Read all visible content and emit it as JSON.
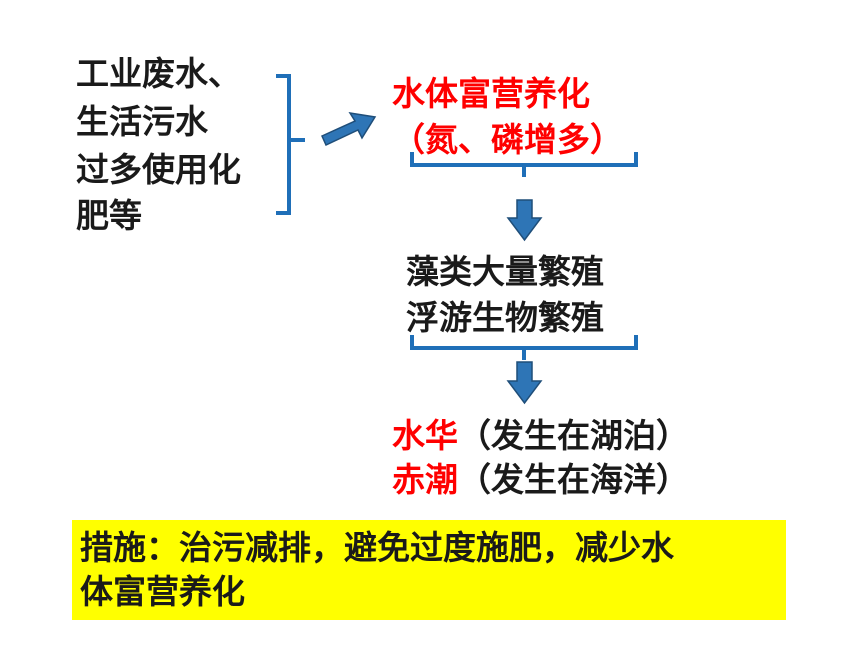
{
  "causes": {
    "lines": [
      "工业废水、",
      "生活污水",
      "过多使用化",
      "肥等"
    ]
  },
  "eutrophication": {
    "title": "水体富营养化",
    "detail": "（氮、磷增多）"
  },
  "growth": {
    "lines": [
      "藻类大量繁殖",
      "浮游生物繁殖"
    ]
  },
  "outcomes": [
    {
      "term": "水华",
      "note": "（发生在湖泊）"
    },
    {
      "term": "赤潮",
      "note": "（发生在海洋）"
    }
  ],
  "measures": {
    "line1": "措施：治污减排，避免过度施肥，减少水",
    "line2": "体富营养化"
  },
  "colors": {
    "highlight_text": "#ff0000",
    "bracket": "#1f6fb8",
    "arrow_fill": "#2e75b6",
    "arrow_stroke": "#1f4e79",
    "measures_background": "#ffff00"
  }
}
